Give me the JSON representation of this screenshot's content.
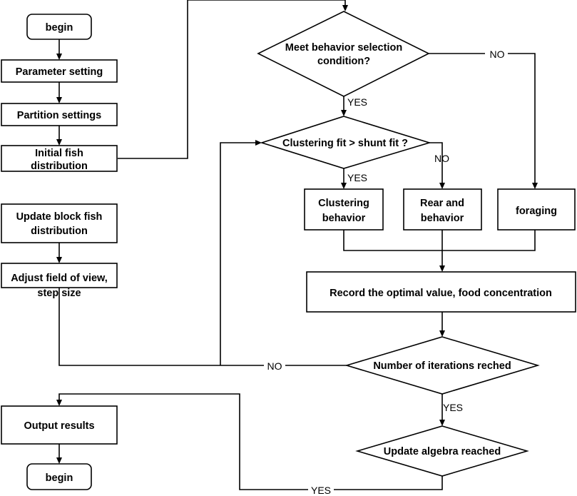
{
  "nodes": {
    "begin_start": "begin",
    "parameter_setting": "Parameter setting",
    "partition_settings": "Partition settings",
    "initial_fish_distribution": [
      "Initial fish",
      "distribution"
    ],
    "update_block_fish_distribution": [
      "Update block fish",
      "distribution"
    ],
    "adjust_field_of_view": [
      "Adjust field of view,",
      "step size"
    ],
    "meet_behavior_selection": [
      "Meet behavior selection",
      "condition?"
    ],
    "clustering_fit_condition": "Clustering fit > shunt fit ?",
    "clustering_behavior": [
      "Clustering",
      "behavior"
    ],
    "rear_and_behavior": [
      "Rear and",
      "behavior"
    ],
    "foraging": "foraging",
    "record_optimal_value": "Record the optimal value, food concentration",
    "number_of_iterations": "Number of iterations reched",
    "update_algebra_reached": "Update algebra reached",
    "output_results": "Output results",
    "begin_end": "begin"
  },
  "edge_labels": {
    "meet_no": "NO",
    "meet_yes": "YES",
    "clustering_yes": "YES",
    "clustering_no": "NO",
    "iterations_no": "NO",
    "iterations_yes": "YES",
    "update_yes": "YES"
  },
  "colors": {
    "stroke": "#000000",
    "fill": "#ffffff",
    "text": "#000000"
  }
}
